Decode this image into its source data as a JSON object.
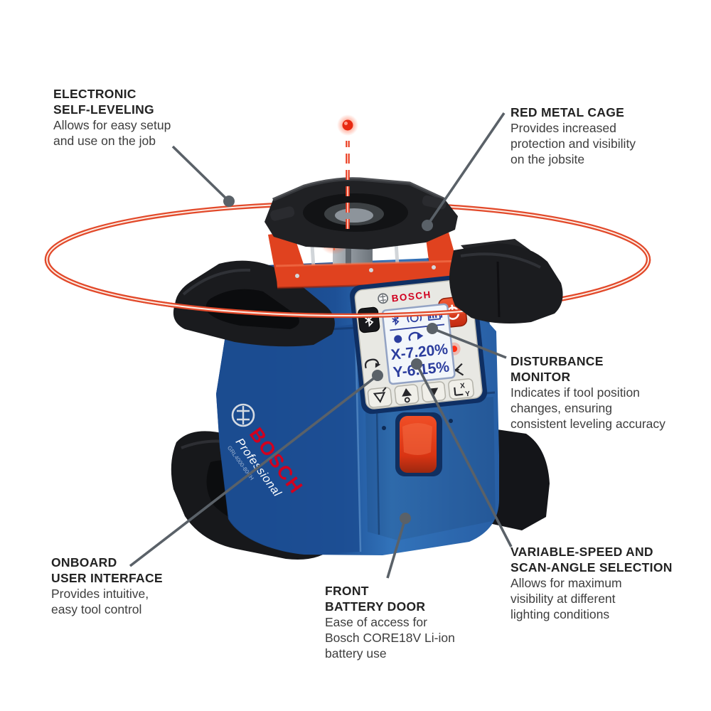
{
  "colors": {
    "laser": "#e2492a",
    "laser_inner": "#fcece4",
    "beam": "#e8391f",
    "callout_line": "#5a6168",
    "title_text": "#232323",
    "body_text": "#3d3d3d",
    "bosch_red": "#d1001f",
    "body_blue_dark": "#1a4a8d",
    "body_blue_light": "#2f6ab3",
    "cage_red": "#e0421f",
    "panel_bg": "#e8e8e3",
    "lcd_blue": "#2b3d9e"
  },
  "product": {
    "brand": "BOSCH",
    "brand_line": "Professional",
    "model": "GRL4000-80CH",
    "panel_logo": "BOSCH",
    "lcd": {
      "x_reading": "X-7.20%",
      "y_reading": "Y-6.15%"
    },
    "xy_button": {
      "x": "X",
      "y": "Y"
    }
  },
  "callouts": [
    {
      "id": "electronic-self-leveling",
      "title": "ELECTRONIC\nSELF-LEVELING",
      "desc": "Allows for easy setup\nand use on the job"
    },
    {
      "id": "red-metal-cage",
      "title": "RED METAL CAGE",
      "desc": "Provides increased\nprotection and visibility\non the jobsite"
    },
    {
      "id": "disturbance-monitor",
      "title": "DISTURBANCE\nMONITOR",
      "desc": "Indicates if tool position\nchanges, ensuring\nconsistent leveling accuracy"
    },
    {
      "id": "onboard-user-interface",
      "title": "ONBOARD\nUSER INTERFACE",
      "desc": "Provides intuitive,\neasy tool control"
    },
    {
      "id": "front-battery-door",
      "title": "FRONT\nBATTERY DOOR",
      "desc": "Ease of access for\nBosch CORE18V Li-ion\nbattery use"
    },
    {
      "id": "variable-speed-scan-angle",
      "title": "VARIABLE-SPEED AND\nSCAN-ANGLE SELECTION",
      "desc": "Allows for maximum\nvisibility at different\nlighting conditions"
    }
  ]
}
